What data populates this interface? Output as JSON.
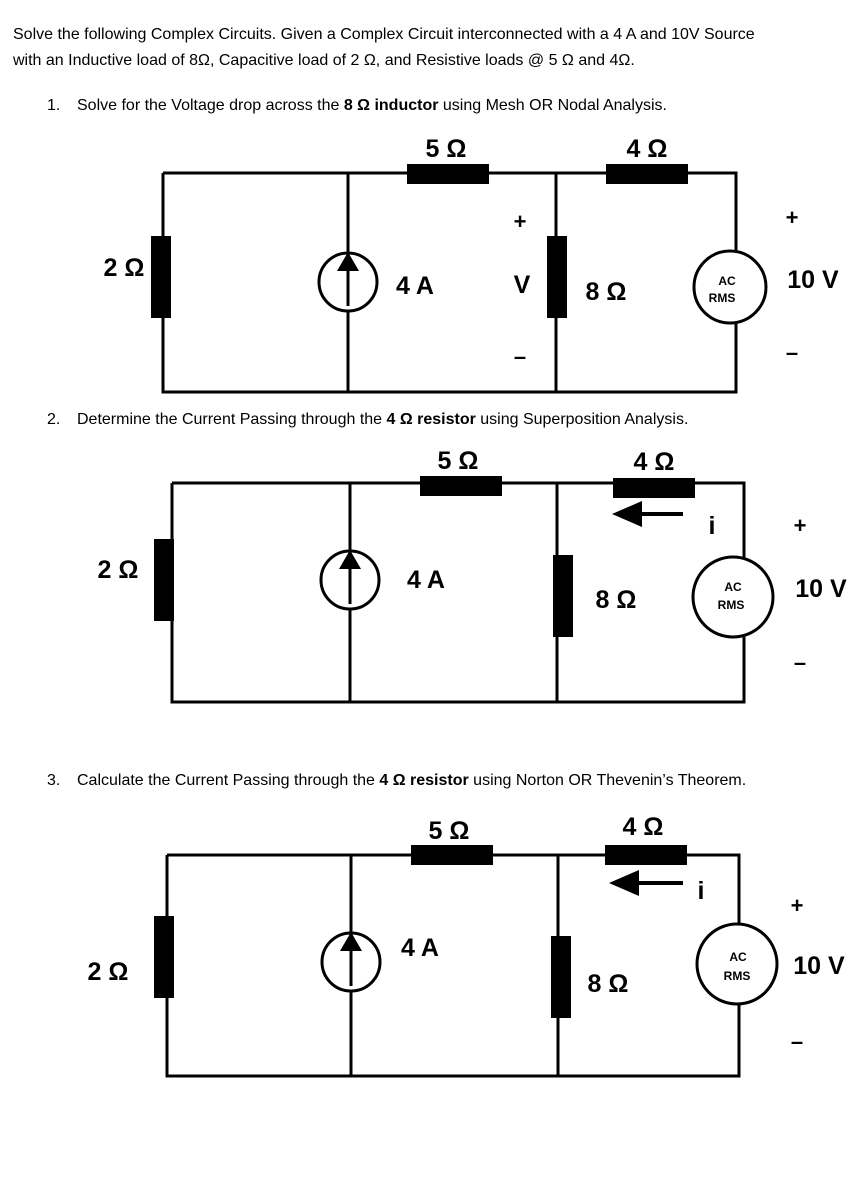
{
  "intro": {
    "line1": "Solve the following Complex Circuits. Given a Complex Circuit interconnected with a 4  A and 10V Source",
    "line2": "with an Inductive load of 8Ω, Capacitive load of 2 Ω, and Resistive loads @ 5 Ω and  4Ω."
  },
  "questions": [
    {
      "number": "1.",
      "pre": "Solve  for the Voltage drop across the ",
      "bold": "8 Ω inductor",
      "post": " using Mesh OR Nodal Analysis."
    },
    {
      "number": "2.",
      "pre": "Determine  the Current Passing through the  ",
      "bold": "4 Ω resistor",
      "post": " using Superposition Analysis."
    },
    {
      "number": "3.",
      "pre": "Calculate the Current Passing through the  ",
      "bold": "4 Ω resistor",
      "post": " using Norton OR Thevenin’s Theorem."
    }
  ],
  "circuits": [
    {
      "r5_label": "5 Ω",
      "r4_label": "4 Ω",
      "r2_label": "2 Ω",
      "r8_label": "8 Ω",
      "current_source_label": "4 A",
      "voltage_plus": "+",
      "voltage_label": "V",
      "voltage_minus": "–",
      "ac_line1": "AC",
      "ac_line2": "RMS",
      "source_plus": "+",
      "source_label": "10 V",
      "source_minus": "–"
    },
    {
      "r5_label": "5 Ω",
      "r4_label": "4 Ω",
      "r2_label": "2 Ω",
      "r8_label": "8 Ω",
      "current_source_label": "4 A",
      "current_label": "i",
      "ac_line1": "AC",
      "ac_line2": "RMS",
      "source_plus": "+",
      "source_label": "10 V",
      "source_minus": "–"
    },
    {
      "r5_label": "5 Ω",
      "r4_label": "4 Ω",
      "r2_label": "2 Ω",
      "r8_label": "8 Ω",
      "current_source_label": "4 A",
      "current_label": "i",
      "ac_line1": "AC",
      "ac_line2": "RMS",
      "source_plus": "+",
      "source_label": "10 V",
      "source_minus": "–"
    }
  ]
}
